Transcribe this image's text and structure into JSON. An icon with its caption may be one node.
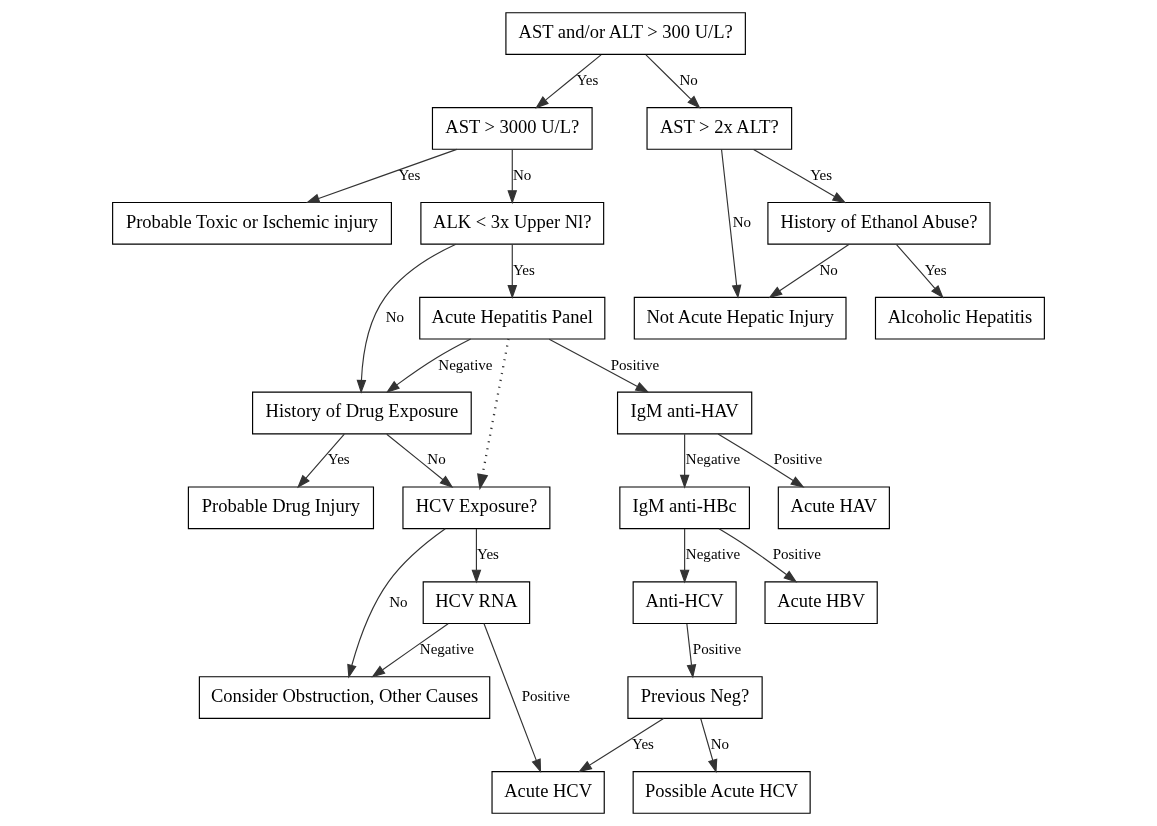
{
  "diagram": {
    "nodes": [
      {
        "text": [
          "AST and/or ALT > 300 U/L?"
        ]
      },
      {
        "text": [
          "AST > 3000 U/L?"
        ]
      },
      {
        "text": [
          "AST > 2x ALT?"
        ]
      },
      {
        "text": [
          "Probable Toxic or Ischemic injury"
        ]
      },
      {
        "text": [
          "ALK < 3x Upper Nl?"
        ]
      },
      {
        "text": [
          "History of Ethanol Abuse?"
        ]
      },
      {
        "text": [
          "Not Acute Hepatic Injury"
        ]
      },
      {
        "text": [
          "Acute Hepatitis Panel"
        ]
      },
      {
        "text": [
          "History of Drug Exposure"
        ]
      },
      {
        "text": [
          "Alcoholic Hepatitis"
        ]
      },
      {
        "text": [
          "IgM anti-HAV"
        ]
      },
      {
        "text": [
          "Probable Drug Injury"
        ]
      },
      {
        "text": [
          "HCV Exposure?"
        ]
      },
      {
        "text": [
          "Acute HAV"
        ]
      },
      {
        "text": [
          "IgM anti-HBc"
        ]
      },
      {
        "text": [
          "Anti-HCV"
        ]
      },
      {
        "text": [
          "Acute HBV"
        ]
      },
      {
        "text": [
          "Previous Neg?"
        ]
      },
      {
        "text": [
          "HCV RNA"
        ]
      },
      {
        "text": [
          "Consider Obstruction, Other Causes"
        ]
      },
      {
        "text": [
          "Acute HCV"
        ]
      },
      {
        "text": [
          "Possible Acute HCV"
        ]
      }
    ],
    "edges": [
      {
        "from": 0,
        "to": 1,
        "arrow": "to",
        "label": "Yes"
      },
      {
        "from": 0,
        "to": 2,
        "arrow": "to",
        "label": "No"
      },
      {
        "from": 1,
        "to": 3,
        "arrow": "to",
        "label": "Yes"
      },
      {
        "from": 1,
        "to": 4,
        "arrow": "to",
        "label": "No"
      },
      {
        "from": 2,
        "to": 5,
        "arrow": "to",
        "label": "Yes"
      },
      {
        "from": 2,
        "to": 6,
        "arrow": "to",
        "label": "No"
      },
      {
        "from": 4,
        "to": 7,
        "arrow": "to",
        "label": "Yes"
      },
      {
        "from": 4,
        "to": 8,
        "arrow": "to",
        "label": "No"
      },
      {
        "from": 5,
        "to": 9,
        "arrow": "to",
        "label": "Yes"
      },
      {
        "from": 5,
        "to": 6,
        "arrow": "to",
        "label": "No"
      },
      {
        "from": 7,
        "to": 8,
        "arrow": "to",
        "label": "Negative"
      },
      {
        "from": 7,
        "to": 10,
        "arrow": "to",
        "label": "Positive"
      },
      {
        "from": 7,
        "to": 12,
        "arrow": "to",
        "style": "dashed"
      },
      {
        "from": 8,
        "to": 11,
        "arrow": "to",
        "label": "Yes"
      },
      {
        "from": 8,
        "to": 12,
        "arrow": "to",
        "label": "No"
      },
      {
        "from": 10,
        "to": 13,
        "arrow": "to",
        "label": "Positive"
      },
      {
        "from": 10,
        "to": 14,
        "arrow": "to",
        "label": "Negative"
      },
      {
        "from": 14,
        "to": 16,
        "arrow": "to",
        "label": "Positive"
      },
      {
        "from": 14,
        "to": 15,
        "arrow": "to",
        "label": "Negative"
      },
      {
        "from": 15,
        "to": 17,
        "arrow": "to",
        "label": "Positive"
      },
      {
        "from": 12,
        "to": 18,
        "arrow": "to",
        "label": "Yes"
      },
      {
        "from": 12,
        "to": 19,
        "arrow": "to",
        "label": "No"
      },
      {
        "from": 18,
        "to": 20,
        "arrow": "to",
        "label": "Positive"
      },
      {
        "from": 18,
        "to": 19,
        "arrow": "to",
        "label": "Negative"
      },
      {
        "from": 17,
        "to": 20,
        "arrow": "to",
        "label": "Yes"
      },
      {
        "from": 17,
        "to": 21,
        "arrow": "to",
        "label": "No"
      }
    ]
  }
}
